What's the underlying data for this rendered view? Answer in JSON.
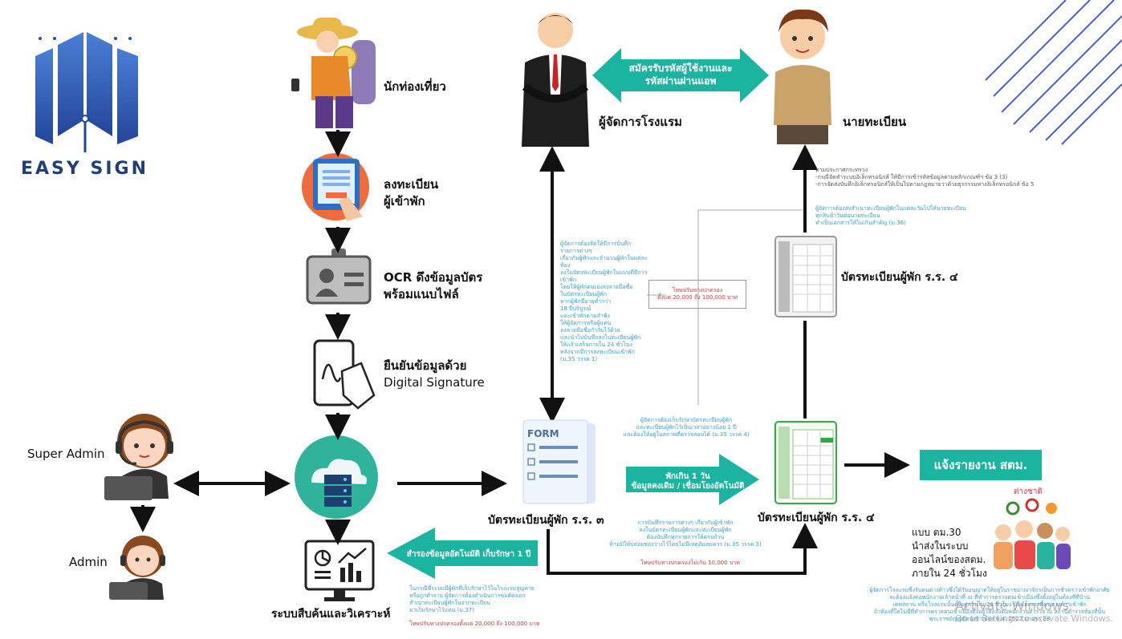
{
  "logo": {
    "text": "EASY SIGN"
  },
  "steps": {
    "tourist": "นักท่องเที่ยว",
    "register": "ลงทะเบียน\nผู้เข้าพัก",
    "ocr": "OCR ดึงข้อมูลบัตร\nพร้อมแนบไฟล์",
    "sign_1": "ยืนยันข้อมูลด้วย",
    "sign_2": "Digital Signature",
    "analysis": "ระบบสืบค้นและวิเคราะห์"
  },
  "roles": {
    "hotel_manager": "ผู้จัดการโรงแรม",
    "registrar": "นายทะเบียน",
    "super_admin": "Super Admin",
    "admin": "Admin"
  },
  "top_arrow": {
    "line1": "สมัครรับรหัสผู้ใช้งานและ",
    "line2": "รหัสผ่านผ่านแอพ"
  },
  "forms": {
    "rr3": "บัตรทะเบียนผู้พัก ร.ร. ๓",
    "rr4_top": "บัตรทะเบียนผู้พัก ร.ร. ๔",
    "rr4_mid": "บัตรทะเบียนผู้พัก ร.ร. ๔",
    "form_word": "FORM"
  },
  "mid_arrow": {
    "line1": "พักเกิน 1 วัน",
    "line2": "ข้อมูลคงเดิม / เชื่อมโยงอัตโนมัติ"
  },
  "back_arrow": {
    "text": "สำรองข้อมูลอัตโนมัติ เก็บรักษา 1 ปี"
  },
  "report": {
    "button": "แจ้งรายงาน สตม.",
    "foreigner": "ต่างชาติ",
    "tm30": [
      "แบบ ตม.30",
      "นำส่งในระบบ",
      "ออนไลน์ของสตม.",
      "ภายใน 24 ชั่วโมง"
    ]
  },
  "notes": {
    "left_col": [
      "ผู้จัดการต้องจัดให้มีการบันทึกรายการต่างๆ",
      "เกี่ยวกับผู้พักและจำนวนผู้พักในแต่ละห้อง",
      "ลงในบัตรทะเบียนผู้พักในแบบที่มีการเข้าพัก",
      "โดยให้ผู้พักตนเองลงลายมือชื่อ",
      "ในบัตรทะเบียนผู้พัก",
      "หากผู้พักมีอายุต่ำกว่า",
      "18 ปีบริบูรณ์",
      "และเข้าพักตามลำพัง",
      "ให้ผู้จัดการหรือผู้แทน",
      "ลงลายมือชื่อกำกับไว้ด้วย",
      "และนำไปบันทึกลงในทะเบียนผู้พัก",
      "ให้แล้วเสร็จภายใน 24 ชั่วโมง",
      "หลังจากมีการลงทะเบียนเข้าพัก",
      "(ม.35 วรรค 1)"
    ],
    "fine_box": [
      "โทษปรับทางปกครอง",
      "ตั้งแต่ 20,000 ถึง 100,000 บาท"
    ],
    "top_right": [
      "ตามประกาศกระทรวง",
      "-กรณีจัดทำระบบอิเล็กทรอนิกส์ ให้มีการเข้ารหัสข้อมูลตามหลักเกณฑ์ฯ ข้อ 3 (3)",
      "-การจัดส่งบันทึกอิเล็กทรอนิกส์ให้เป็นไปตามกฎหมายว่าด้วยธุรกรรมทางอิเล็กทรอนิกส์ ข้อ 5"
    ],
    "right_mid": [
      "ผู้จัดการต้องส่งสำเนาทะเบียนผู้พักในแต่ละวันไปให้นายทะเบียน",
      "ทุกสิบห้าวันต่อนายทะเบียน",
      "ทำเป็นเอกสารให้ไม่เกินสำคัญ (ม.36)"
    ],
    "center_top": [
      "ผู้จัดการต้องเก็บรักษาบัตรทะเบียนผู้พัก",
      "และทะเบียนผู้พักไว้เป็นเวลาอย่างน้อย 1 ปี",
      "และต้องให้อยู่ในสภาพที่ตรวจสอบได้ (ม.35 วรรค 4)"
    ],
    "center_bottom": [
      "การบันทึกรายการต่างๆ เกี่ยวกับผู้เข้าพัก",
      "ลงในบัตรทะเบียนผู้พักและทะเบียนผู้พัก",
      "ต้องบันทึกทุกรายการให้ครบถ้วน",
      "ห้ามมิให้ปล่อยช่องว่างไว้โดยไม่มีเหตุอันสมควร (ม.35 วรรค 3)"
    ],
    "center_fine": "โทษปรับทางปกครองไม่เกิน 10,000 บาท",
    "bottom_left": [
      "ในกรณีที่ระบบมีผู้พักที่เก็บรักษาไว้ในโรงแรมสูญหาย",
      "หรือถูกทำลาย ผู้จัดการต้องดำเนินการขอคัดลอก",
      "สำเนาทะเบียนผู้พักในจากทะเบียน",
      "มาเก็บรักษาไว้แทน (ม.37)"
    ],
    "bottom_left_fine": "โทษปรับทางปกครองตั้งแต่ 20,000 ถึง 100,000 บาท",
    "bottom_right": [
      "ผู้จัดการโรงแรมซึ่งรับคนต่างด้าวซึ่งได้รับอนุญาตให้อยู่ในราชอาณาจักรเป็นการชั่วคราวเข้าพักอาศัย",
      "จะต้องแจ้งต่อพนักงานเจ้าหน้าที่ ณ ที่ทำการตรวจคนเข้าเมืองซึ่งตั้งอยู่ในท้องที่ที่บ้าน",
      "เคหสถาน หรือโรงแรมนั้นตั้งอยู่ภายใน 24 ชั่วโมง นับแต่เวลาที่คนต่างด้าวเข้าพัก",
      "ถ้าท้องที่ใดไม่มีที่ทำการตรวจคนเข้าเมืองตั้งอยู่ให้แจ้งต่อพนักงานตำรวจ ณ สถานีตำรวจท้องที่นั้น",
      "พระราชบัญญัติคนเข้าเมือง พ.ศ. 2522 มาตรา 38"
    ]
  },
  "watermark": {
    "line1": "Activate Windows",
    "line2": "Go to Settings to activate Windows."
  },
  "colors": {
    "teal": "#1ab4a0",
    "green": "#33aa44",
    "navy": "#1f3e7a",
    "blue_text": "#3a9fd1",
    "red_text": "#d13a3a"
  }
}
